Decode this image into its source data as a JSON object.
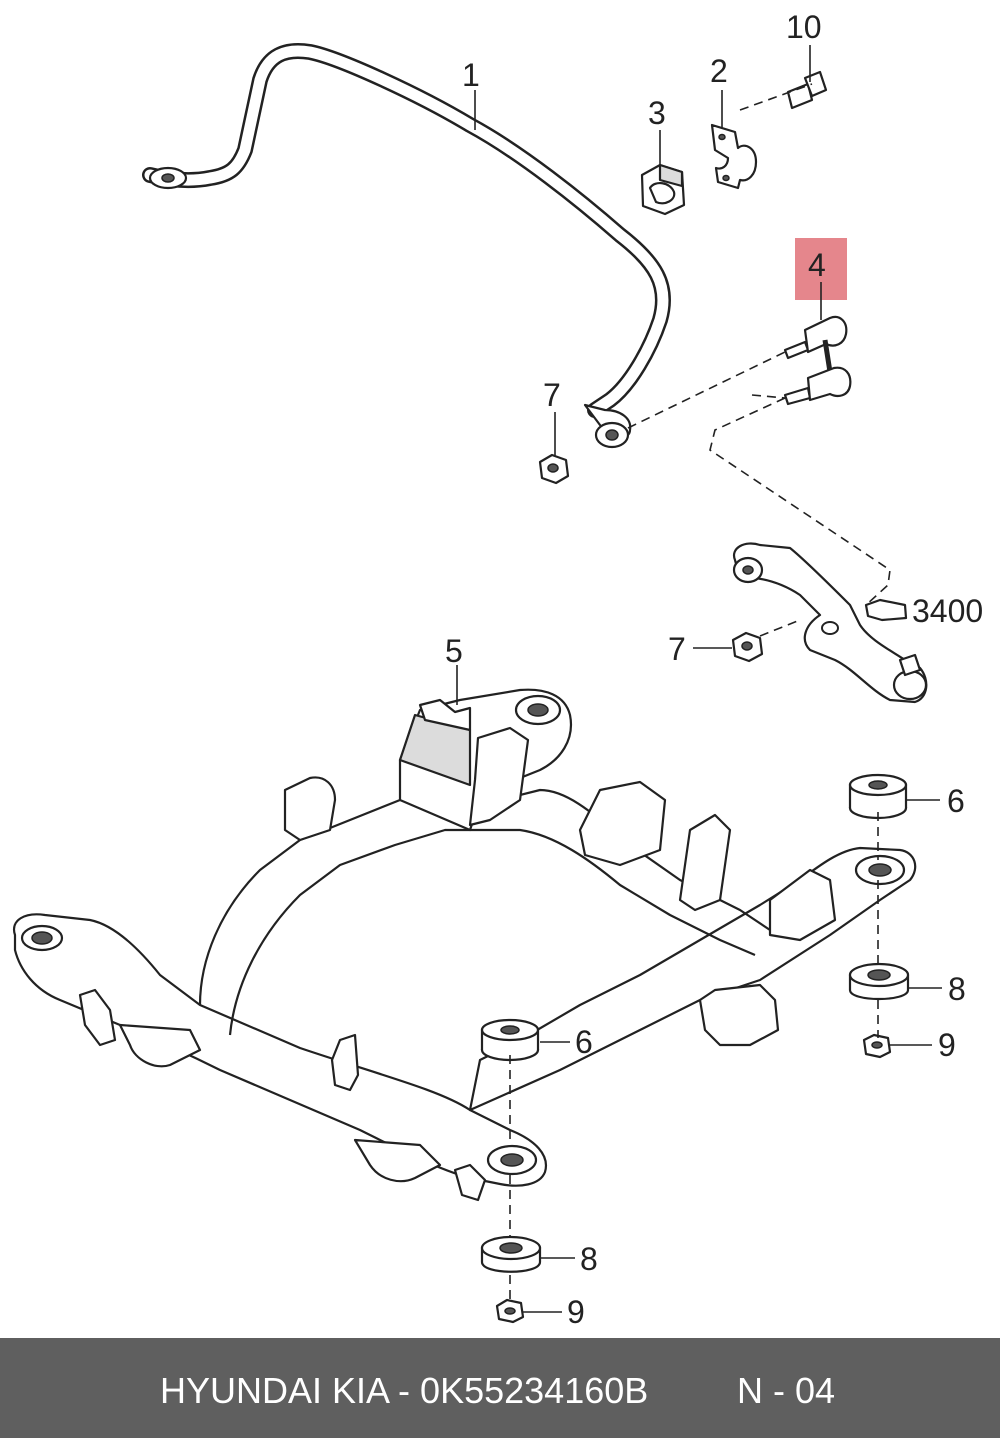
{
  "callouts": {
    "c1": "1",
    "c2": "2",
    "c3": "3",
    "c4": "4",
    "c5": "5",
    "c6a": "6",
    "c6b": "6",
    "c7a": "7",
    "c7b": "7",
    "c8a": "8",
    "c8b": "8",
    "c9a": "9",
    "c9b": "9",
    "c10": "10",
    "ref3400": "3400"
  },
  "highlight": {
    "color": "#e5868c",
    "callout": "4"
  },
  "footer": {
    "part_text": "HYUNDAI  KIA - 0K55234160B",
    "page_text": "N - 04",
    "background": "#5f5f5f"
  }
}
